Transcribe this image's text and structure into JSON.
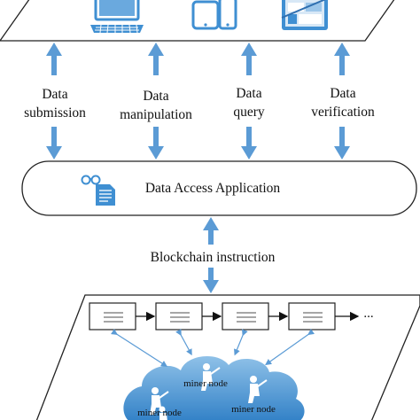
{
  "channels": [
    {
      "line1": "Data",
      "line2": "submission"
    },
    {
      "line1": "Data",
      "line2": "manipulation"
    },
    {
      "line1": "Data",
      "line2": "query"
    },
    {
      "line1": "Data",
      "line2": "verification"
    }
  ],
  "app_label": "Data Access Application",
  "instruction_label": "Blockchain instruction",
  "chain_ellipsis": "...",
  "miner_label": "miner node",
  "devices": [
    "desktop-computer-icon",
    "smartphone-icon",
    "tablet-icon"
  ],
  "colors": {
    "arrow": "#5b9bd5",
    "cloud": "#3f8fd2",
    "cloud_light": "#8fc1e8",
    "border": "#222222"
  }
}
